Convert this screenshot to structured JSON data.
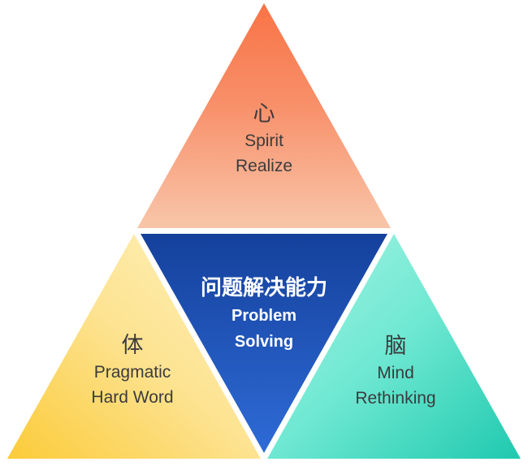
{
  "diagram": {
    "kind": "pyramid-infographic",
    "center": {
      "zh": "问题解决能力",
      "en1": "Problem",
      "en2": "Solving"
    },
    "top": {
      "zh": "心",
      "en1": "Spirit",
      "en2": "Realize"
    },
    "left": {
      "zh": "体",
      "en1": "Pragmatic",
      "en2": "Hard Word"
    },
    "right": {
      "zh": "脑",
      "en1": "Mind",
      "en2": "Rethinking"
    },
    "colors": {
      "background": "#FFFFFF",
      "orange_top": "#F97346",
      "orange_mid": "#F8906A",
      "orange_bottom": "#F8C7AB",
      "yellow_light": "#FDF3BE",
      "yellow_mid": "#FDE392",
      "yellow_dark": "#FBCB38",
      "teal_light": "#A9F5E6",
      "teal_mid": "#6FE8D2",
      "teal_dark": "#1FC9AF",
      "blue_top": "#14409B",
      "blue_bottom": "#2F6CD8",
      "text_dark": "#3B3B3D",
      "text_light": "#FFFFFF"
    }
  }
}
